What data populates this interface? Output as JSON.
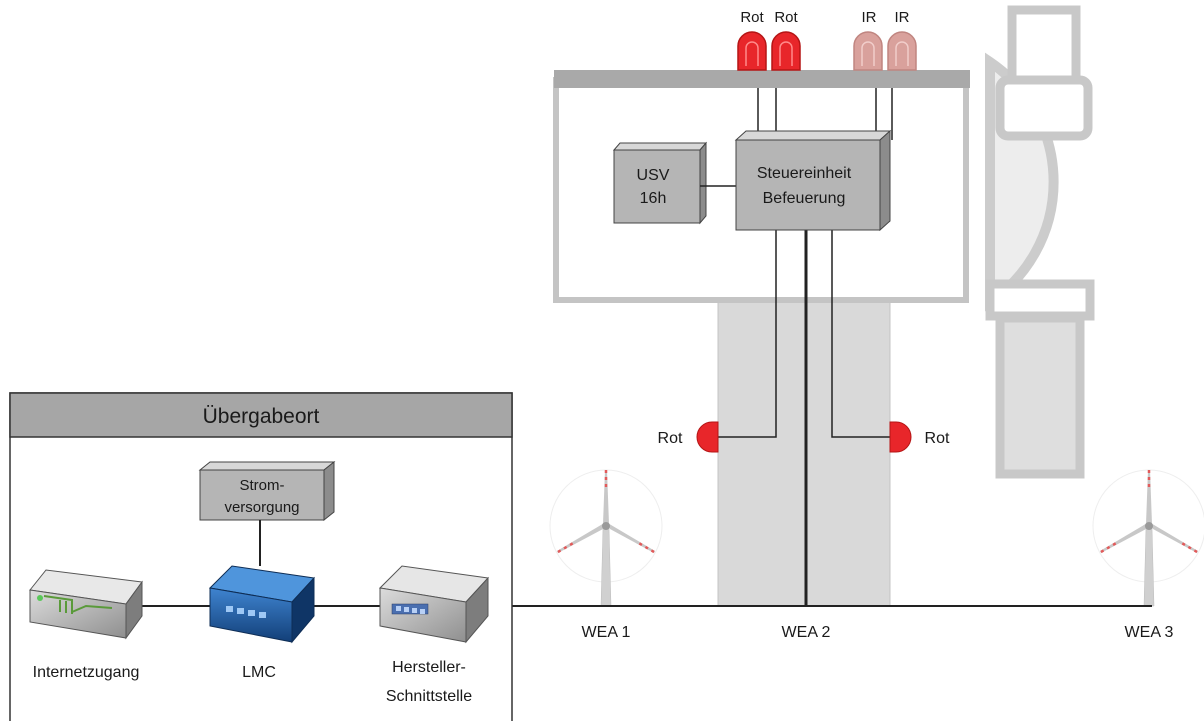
{
  "header": {
    "title": "Übergabeort"
  },
  "power_supply": {
    "line1": "Strom-",
    "line2": "versorgung"
  },
  "devices": {
    "internet": "Internetzugang",
    "lmc": "LMC",
    "manufacturer_line1": "Hersteller-",
    "manufacturer_line2": "Schnittstelle"
  },
  "nacelle": {
    "ups_line1": "USV",
    "ups_line2": "16h",
    "control_line1": "Steuereinheit",
    "control_line2": "Befeuerung"
  },
  "top_lights": [
    "Rot",
    "Rot",
    "IR",
    "IR"
  ],
  "tower_lights": {
    "left": "Rot",
    "right": "Rot"
  },
  "turbines": [
    "WEA 1",
    "WEA 2",
    "WEA 3"
  ],
  "colors": {
    "red_light": "#e8262a",
    "ir_light": "#d9a19c",
    "lmc_blue": "#1f5fa8",
    "gray_box": "#b7b7b7",
    "tower": "#d9d9d9"
  }
}
